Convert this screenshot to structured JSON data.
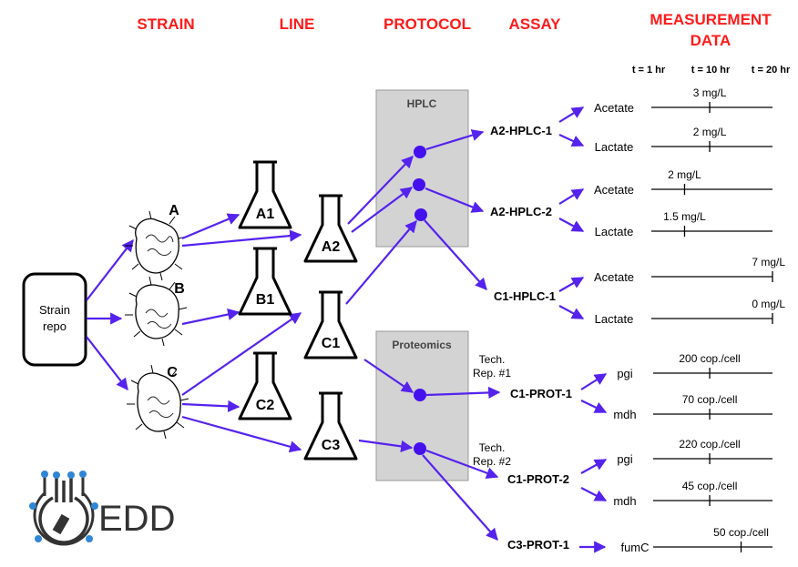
{
  "headers": {
    "strain": "STRAIN",
    "line": "LINE",
    "protocol": "PROTOCOL",
    "assay": "ASSAY",
    "measurement_1": "MEASUREMENT",
    "measurement_2": "DATA"
  },
  "time_labels": [
    "t = 1 hr",
    "t = 10 hr",
    "t = 20 hr"
  ],
  "repo": {
    "line1": "Strain",
    "line2": "repo"
  },
  "strains": [
    "A",
    "B",
    "C"
  ],
  "lines": [
    "A1",
    "A2",
    "B1",
    "C1",
    "C2",
    "C3"
  ],
  "protocols": {
    "hplc": "HPLC",
    "proteomics": "Proteomics"
  },
  "assays": [
    "A2-HPLC-1",
    "A2-HPLC-2",
    "C1-HPLC-1",
    "C1-PROT-1",
    "C1-PROT-2",
    "C3-PROT-1"
  ],
  "tech_reps": {
    "rep1_a": "Tech.",
    "rep1_b": "Rep. #1",
    "rep2_a": "Tech.",
    "rep2_b": "Rep. #2"
  },
  "measurements": [
    {
      "name": "Acetate",
      "value": "3 mg/L",
      "time_hr": 10
    },
    {
      "name": "Lactate",
      "value": "2 mg/L",
      "time_hr": 10
    },
    {
      "name": "Acetate",
      "value": "2 mg/L",
      "time_hr": 6
    },
    {
      "name": "Lactate",
      "value": "1.5 mg/L",
      "time_hr": 6
    },
    {
      "name": "Acetate",
      "value": "7 mg/L",
      "time_hr": 20
    },
    {
      "name": "Lactate",
      "value": "0 mg/L",
      "time_hr": 20
    },
    {
      "name": "pgi",
      "value": "200 cop./cell",
      "time_hr": 10
    },
    {
      "name": "mdh",
      "value": "70 cop./cell",
      "time_hr": 10
    },
    {
      "name": "pgi",
      "value": "220 cop./cell",
      "time_hr": 10
    },
    {
      "name": "mdh",
      "value": "45 cop./cell",
      "time_hr": 10
    },
    {
      "name": "fumC",
      "value": "50 cop./cell",
      "time_hr": 15
    }
  ],
  "logo": {
    "text": "EDD",
    "icon": "edd-circuit-flask-icon"
  },
  "colors": {
    "header": "#ff1a1a",
    "arrow": "#5522ee",
    "dot": "#4411ee",
    "protocol_box": "#d3d3d3"
  }
}
